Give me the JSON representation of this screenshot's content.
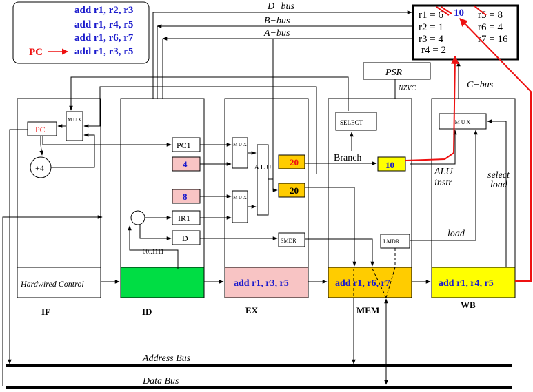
{
  "program": [
    "add r1, r2, r3",
    "add r1, r4, r5",
    "add r1, r6, r7",
    "add r1, r3, r5"
  ],
  "pc_pointer": "PC",
  "buses": {
    "d": "D−bus",
    "b": "B−bus",
    "a": "A−bus",
    "c": "C−bus",
    "address": "Address Bus",
    "data": "Data Bus"
  },
  "registers": {
    "r1": "r1 = 6",
    "r2": "r2 = 1",
    "r3": "r3 = 4",
    "r4": "r4 = 2",
    "r5": "r5 = 8",
    "r6": "r6 = 4",
    "r7": "r7 = 16",
    "r1_new": "10"
  },
  "psr": "PSR",
  "nzvc": "NZVC",
  "stages": {
    "if": "IF",
    "id": "ID",
    "ex": "EX",
    "mem": "MEM",
    "wb": "WB"
  },
  "if_stage": {
    "pc": "PC",
    "mux": "M U X",
    "plus4": "+4",
    "control": "Hardwired Control"
  },
  "id_stage": {
    "pc1": "PC1",
    "val_a": "4",
    "val_b": "8",
    "ir1": "IR1",
    "d": "D",
    "range": "00..1111"
  },
  "ex_stage": {
    "mux_a": "M U X",
    "mux_b": "M U X",
    "alu": "A L U",
    "branch_target": "20",
    "alu_out": "20",
    "smdr": "SMDR",
    "instr": "add r1, r3, r5"
  },
  "mem_stage": {
    "select": "SELECT",
    "branch": "Branch",
    "result": "10",
    "lmdr": "LMDR",
    "instr": "add r1, r6, r7"
  },
  "wb_stage": {
    "mux": "M U X",
    "alu_instr": [
      "ALU",
      "instr"
    ],
    "select_load": [
      "select",
      "load"
    ],
    "load": "load",
    "instr": "add r1, r4, r5"
  },
  "colors": {
    "id_ctrl": "#00dd44",
    "ex_ctrl": "#f8c4c4",
    "mem_ctrl": "#ffcc00",
    "wb_ctrl": "#ffff00",
    "operand": "#f8c4c4",
    "result": "#ffcc00",
    "accent_blue": "#1a1acc",
    "accent_red": "#ee1111"
  }
}
